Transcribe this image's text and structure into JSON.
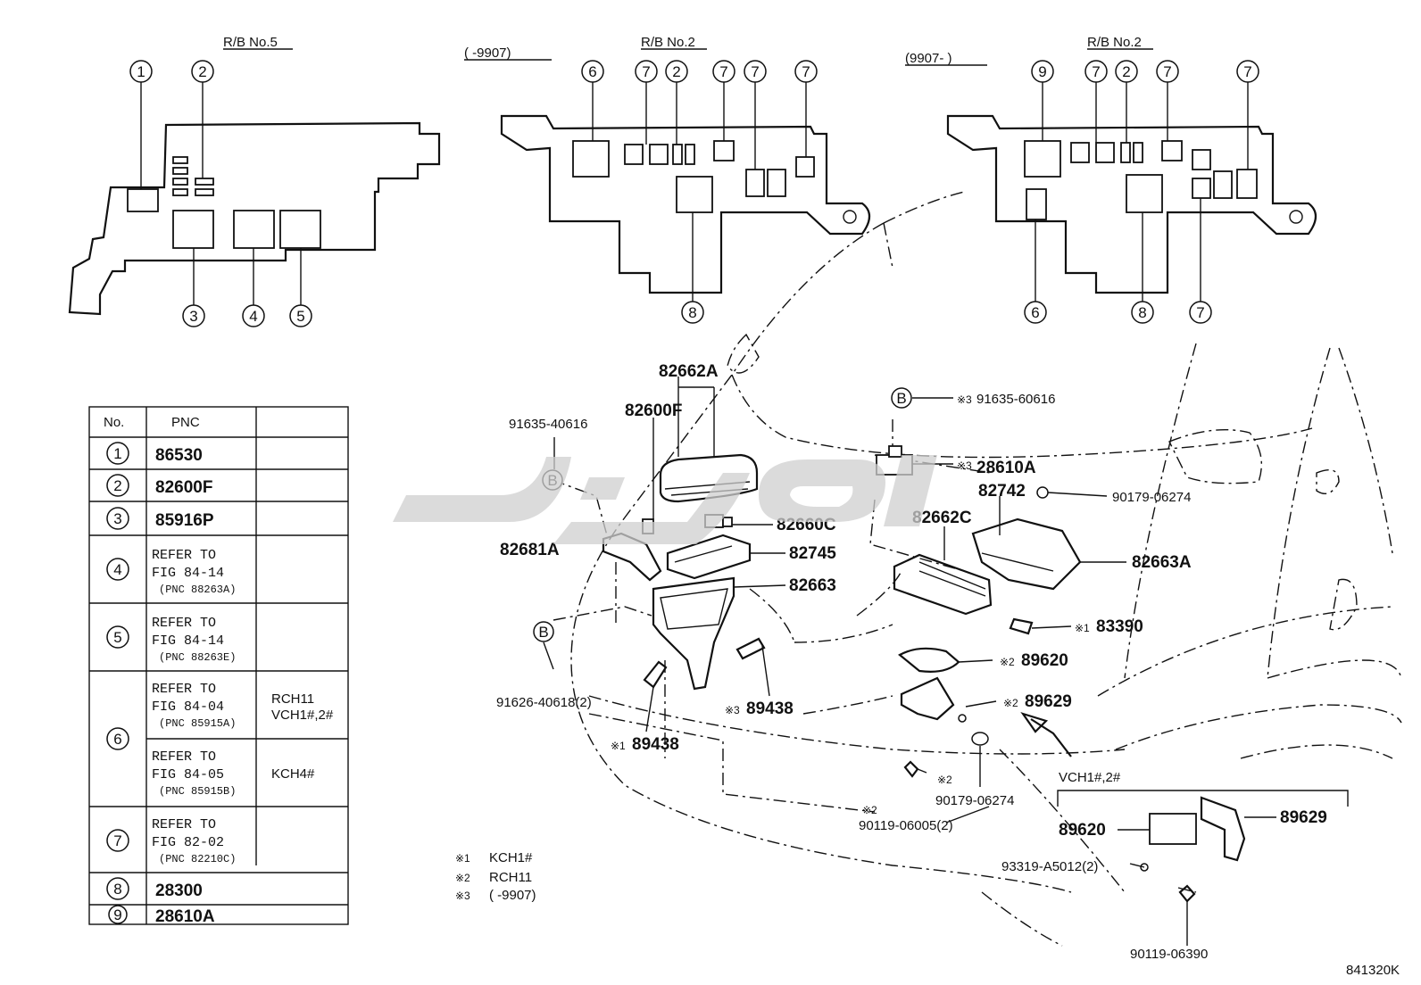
{
  "headers": {
    "rb5": "R/B No.5",
    "rb2a": "R/B No.2",
    "rb2b": "R/B No.2",
    "range_a": "(      -9907)",
    "range_b": "(9907-      )"
  },
  "table": {
    "col_no": "No.",
    "col_pnc": "PNC",
    "rows": [
      {
        "no": "1",
        "pnc": "86530"
      },
      {
        "no": "2",
        "pnc": "82600F"
      },
      {
        "no": "3",
        "pnc": "85916P"
      },
      {
        "no": "4",
        "l1": "REFER TO",
        "l2": "FIG 84-14",
        "l3": "(PNC 88263A)"
      },
      {
        "no": "5",
        "l1": "REFER TO",
        "l2": "FIG 84-14",
        "l3": "(PNC 88263E)"
      },
      {
        "no": "6",
        "l1": "REFER TO",
        "l2": "FIG 84-04",
        "l3": "(PNC 85915A)",
        "n1": "RCH11",
        "n2": "VCH1#,2#",
        "l1b": "REFER TO",
        "l2b": "FIG 84-05",
        "l3b": "(PNC 85915B)",
        "n1b": "KCH4#"
      },
      {
        "no": "7",
        "l1": "REFER TO",
        "l2": "FIG 82-02",
        "l3": "(PNC 82210C)"
      },
      {
        "no": "8",
        "pnc": "28300"
      },
      {
        "no": "9",
        "pnc": "28610A"
      }
    ]
  },
  "parts": {
    "p82662A": "82662A",
    "p82600F": "82600F",
    "p91635_40616": "91635-40616",
    "p82681A": "82681A",
    "p82660C": "82660C",
    "p82745": "82745",
    "p82663": "82663",
    "p91626": "91626-40618(2)",
    "p89438a": "89438",
    "p89438b": "89438",
    "p91635_60616": "91635-60616",
    "p28610A": "28610A",
    "p82742": "82742",
    "p90179a": "90179-06274",
    "p82662C": "82662C",
    "p82663A": "82663A",
    "p83390": "83390",
    "p89620a": "89620",
    "p89629a": "89629",
    "p90179b": "90179-06274",
    "p90119a": "90119-06005(2)",
    "vch_label": "VCH1#,2#",
    "p89620b": "89620",
    "p89629b": "89629",
    "p93319": "93319-A5012(2)",
    "p90119b": "90119-06390"
  },
  "marks": {
    "m1": "※1",
    "m2": "※2",
    "m3": "※3",
    "b": "B"
  },
  "notes": [
    {
      "mark": "※1",
      "text": "KCH1#"
    },
    {
      "mark": "※2",
      "text": "RCH11"
    },
    {
      "mark": "※3",
      "text": "(      -9907)"
    }
  ],
  "fig_code": "841320K"
}
